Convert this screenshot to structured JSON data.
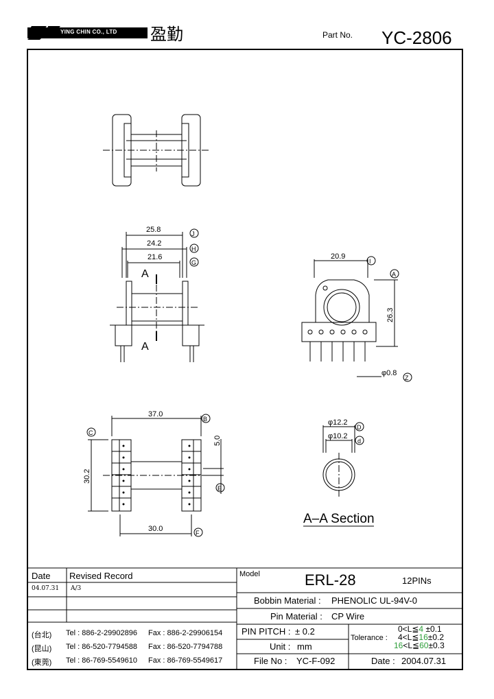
{
  "header": {
    "company": "YING CHIN CO., LTD",
    "company_cn": "盈勤",
    "part_label": "Part No.",
    "part_no": "YC-2806"
  },
  "dimensions": {
    "d258": "25.8",
    "d242": "24.2",
    "d216": "21.6",
    "d209": "20.9",
    "d263": "26.3",
    "d08": "φ0.8",
    "d370": "37.0",
    "d50": "5.0",
    "d302": "30.2",
    "d300": "30.0",
    "d122": "φ12.2",
    "d102": "φ10.2",
    "A": "A",
    "B": "B",
    "C": "C",
    "D": "D",
    "Dd": "d",
    "E": "E",
    "F": "F",
    "G": "G",
    "H": "H",
    "I": "I",
    "J": "J",
    "Z": "Z"
  },
  "section_label": "A–A Section",
  "section_marker": "A",
  "revision": {
    "col_date": "Date",
    "col_record": "Revised Record",
    "rows": [
      {
        "date": "04.07.31",
        "record": "A/3"
      },
      {
        "date": "",
        "record": ""
      },
      {
        "date": "",
        "record": ""
      }
    ]
  },
  "contacts": [
    {
      "loc": "(台北)",
      "tel": "Tel : 886-2-29902896",
      "fax": "Fax : 886-2-29906154"
    },
    {
      "loc": "(昆山)",
      "tel": "Tel : 86-520-7794588",
      "fax": "Fax : 86-520-7794788"
    },
    {
      "loc": "(東莞)",
      "tel": "Tel : 86-769-5549610",
      "fax": "Fax : 86-769-5549617"
    }
  ],
  "spec": {
    "model_label": "Model",
    "model": "ERL-28",
    "pins": "12PINs",
    "bobbin_label": "Bobbin  Material :",
    "bobbin": "PHENOLIC UL-94V-0",
    "pin_mat_label": "Pin  Material :",
    "pin_mat": "CP Wire",
    "pitch_label": "PIN  PITCH :",
    "pitch": "± 0.2",
    "unit_label": "Unit :",
    "unit": "mm",
    "file_label": "File  No :",
    "file": "YC-F-092",
    "tol_label": "Tolerance :",
    "tol1_range_a": "0<L≦",
    "tol1_lim": "4",
    "tol1_val": "±0.1",
    "tol2_range_a": "4<L≦",
    "tol2_lim": "16",
    "tol2_val": "±0.2",
    "tol3_range_a": "16",
    "tol3_range_b": "<L≦",
    "tol3_lim": "60",
    "tol3_val": "±0.3",
    "date_label": "Date :",
    "date": "2004.07.31"
  },
  "colors": {
    "tolerance_accent": "#2e9e3a"
  }
}
